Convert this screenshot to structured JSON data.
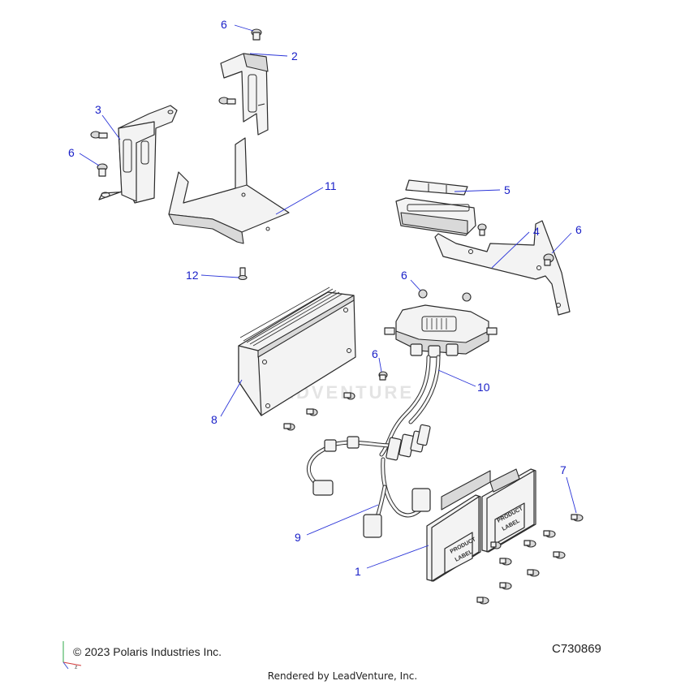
{
  "callouts": [
    {
      "id": "c6a",
      "text": "6"
    },
    {
      "id": "c2",
      "text": "2"
    },
    {
      "id": "c3",
      "text": "3"
    },
    {
      "id": "c6b",
      "text": "6"
    },
    {
      "id": "c11",
      "text": "11"
    },
    {
      "id": "c12",
      "text": "12"
    },
    {
      "id": "c5",
      "text": "5"
    },
    {
      "id": "c4",
      "text": "4"
    },
    {
      "id": "c6c",
      "text": "6"
    },
    {
      "id": "c6d",
      "text": "6"
    },
    {
      "id": "c6e",
      "text": "6"
    },
    {
      "id": "c10",
      "text": "10"
    },
    {
      "id": "c8",
      "text": "8"
    },
    {
      "id": "c7",
      "text": "7"
    },
    {
      "id": "c9",
      "text": "9"
    },
    {
      "id": "c1",
      "text": "1"
    }
  ],
  "product_labels": {
    "line1": "PRODUCT",
    "line2": "LABEL"
  },
  "watermark": "LEADVENTURE",
  "footer": {
    "copyright": "© 2023 Polaris Industries Inc.",
    "diagram_code": "C730869",
    "rendered_by": "Rendered by LeadVenture, Inc."
  },
  "colors": {
    "callout": "#1a20c8",
    "leader": "#2b35d8",
    "line_art": "#2a2a2a"
  }
}
